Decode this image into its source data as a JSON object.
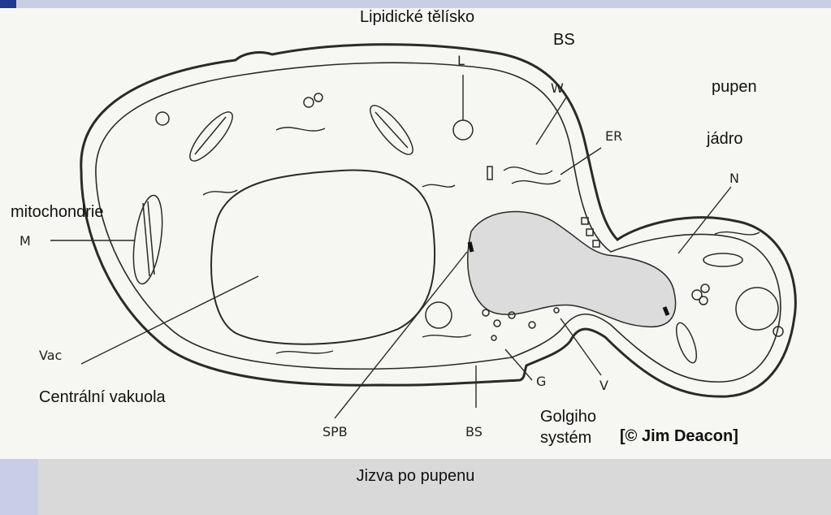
{
  "colors": {
    "top_bar": "#c9cde6",
    "top_accent": "#1f3b8c",
    "background": "#f6f6f2",
    "bottom_panel": "#d9d9d9",
    "bottom_side": "#c9cde6"
  },
  "diagram_letters": {
    "L": "L",
    "BS_top": "BS",
    "W": "W",
    "ER": "ER",
    "N": "N",
    "M": "M",
    "Vac": "Vac",
    "SPB": "SPB",
    "BS_bottom": "BS",
    "G": "G",
    "V": "V"
  },
  "labels": {
    "lipid_body": "Lipidické tělísko",
    "bs": "BS",
    "bud": "pupen",
    "nucleus": "jádro",
    "mitochondria": "mitochondrie",
    "central_vacuole": "Centrální vakuola",
    "golgi_line1": "Golgiho",
    "golgi_line2": "systém",
    "credit": "[© Jim Deacon]"
  },
  "footer": {
    "caption": "Jizva po pupenu"
  }
}
